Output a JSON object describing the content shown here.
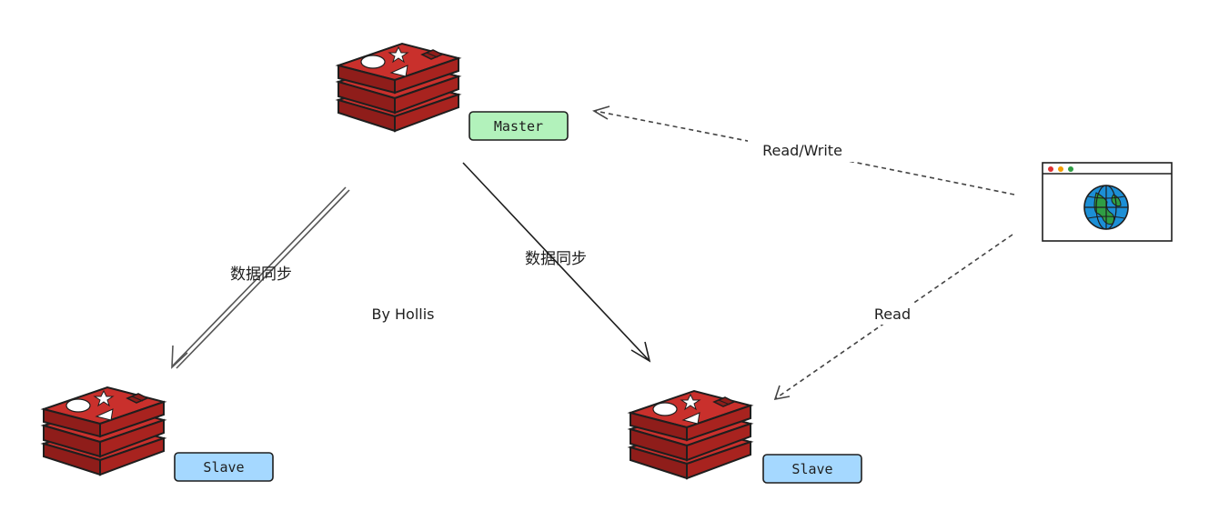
{
  "nodes": {
    "master": {
      "label": "Master",
      "label_color": "#b2f2bb"
    },
    "slave_left": {
      "label": "Slave",
      "label_color": "#a5d8ff"
    },
    "slave_right": {
      "label": "Slave",
      "label_color": "#a5d8ff"
    }
  },
  "edges": {
    "sync_left": {
      "label": "数据同步"
    },
    "sync_right": {
      "label": "数据同步"
    },
    "client_read_write": {
      "label": "Read/Write"
    },
    "client_read": {
      "label": "Read"
    }
  },
  "author": "By Hollis",
  "colors": {
    "redis_red": "#c9302c",
    "redis_dark": "#8f1d1a",
    "stroke": "#1e1e1e",
    "globe_blue": "#1c8fd6",
    "globe_green": "#2f9e44"
  },
  "icons": {
    "database": "redis-stack-icon",
    "client": "browser-globe-icon"
  }
}
